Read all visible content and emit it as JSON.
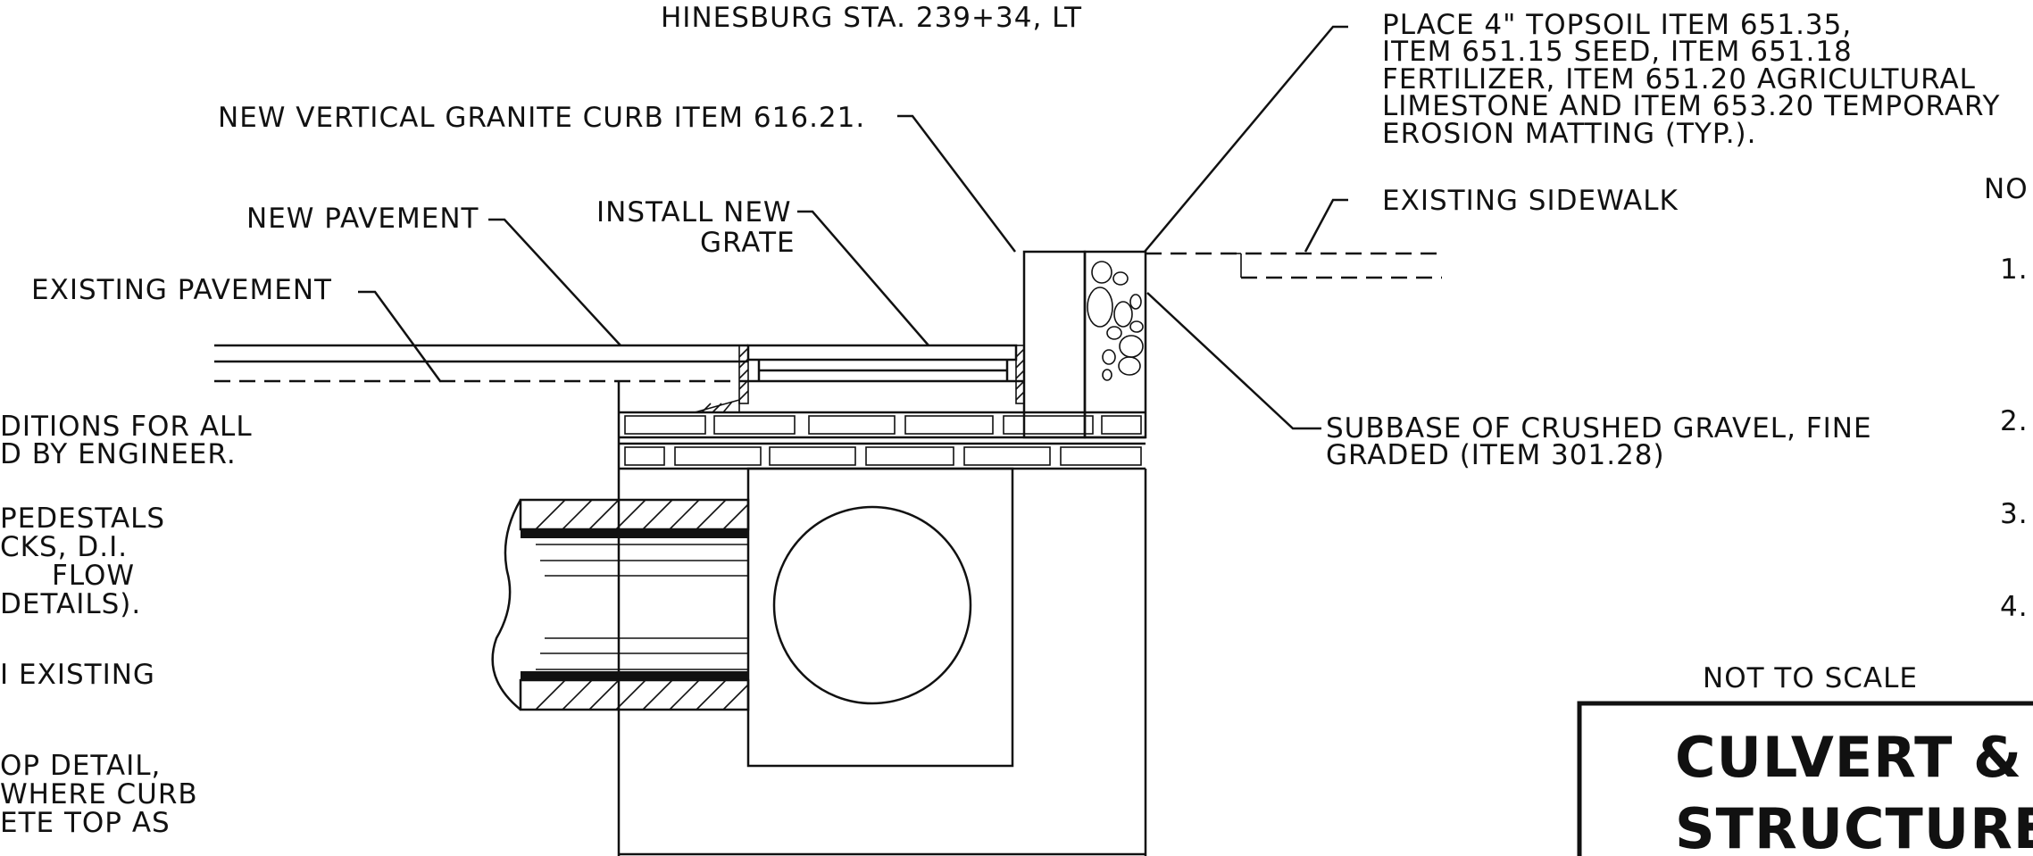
{
  "labels": {
    "station": "HINESBURG STA. 239+34, LT",
    "curb": "NEW VERTICAL GRANITE CURB ITEM 616.21.",
    "new_pavement": "NEW PAVEMENT",
    "install_grate_1": "INSTALL NEW",
    "install_grate_2": "GRATE",
    "existing_pavement": "EXISTING PAVEMENT",
    "topsoil_1": "PLACE 4\" TOPSOIL ITEM 651.35,",
    "topsoil_2": "ITEM 651.15 SEED, ITEM 651.18",
    "topsoil_3": "FERTILIZER, ITEM 651.20 AGRICULTURAL",
    "topsoil_4": "LIMESTONE AND ITEM 653.20 TEMPORARY",
    "topsoil_5": "EROSION MATTING (TYP.).",
    "existing_sidewalk": "EXISTING SIDEWALK",
    "subbase_1": "SUBBASE OF CRUSHED GRAVEL, FINE",
    "subbase_2": "GRADED (ITEM 301.28)",
    "not_to_scale": "NOT TO SCALE"
  },
  "notes_left": [
    "DITIONS FOR ALL",
    "D BY ENGINEER.",
    "PEDESTALS",
    "CKS, D.I.",
    "FLOW",
    "DETAILS).",
    "I EXISTING",
    "OP DETAIL,",
    "WHERE CURB",
    "ETE TOP AS"
  ],
  "notes_right": {
    "header": "NO",
    "numbers": [
      "1.",
      "2.",
      "3.",
      "4."
    ]
  },
  "title_block": {
    "line1": "CULVERT &",
    "line2": "STRUCTURE"
  }
}
